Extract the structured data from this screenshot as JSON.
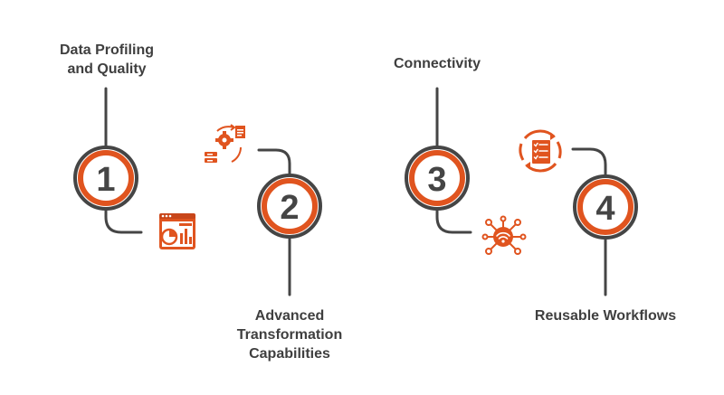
{
  "colors": {
    "accent": "#e0541f",
    "line": "#454545",
    "text": "#3f3f3f"
  },
  "steps": [
    {
      "number": "1",
      "label_lines": [
        "Data Profiling",
        "and Quality"
      ],
      "icon": "data-dashboard-icon"
    },
    {
      "number": "2",
      "label_lines": [
        "Advanced",
        "Transformation",
        "Capabilities"
      ],
      "icon": "gear-document-cycle-icon"
    },
    {
      "number": "3",
      "label_lines": [
        "Connectivity"
      ],
      "icon": "wifi-network-nodes-icon"
    },
    {
      "number": "4",
      "label_lines": [
        "Reusable Workflows"
      ],
      "icon": "checklist-cycle-icon"
    }
  ]
}
